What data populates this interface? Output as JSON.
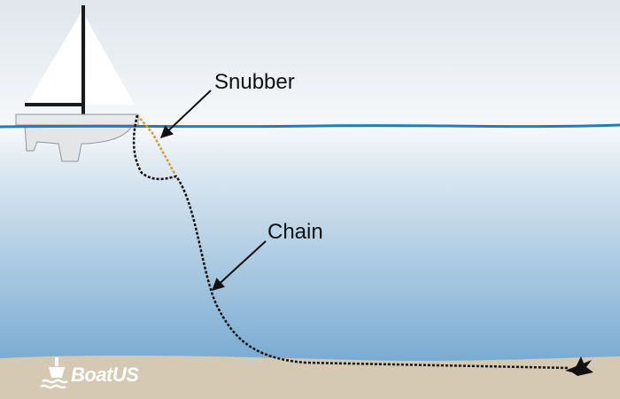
{
  "labels": {
    "snubber": "Snubber",
    "chain": "Chain"
  },
  "logo": {
    "text": "BoatUS"
  },
  "colors": {
    "sky": "#eef2f5",
    "water_top": "#f4f7fa",
    "water_deep": "#7faed3",
    "waterline": "#1f7fb5",
    "seabed": "#d5c9b3",
    "chain": "#111111",
    "snubber": "#d39a3a",
    "sail": "#ffffff",
    "hull": "#e3e5e7",
    "mast": "#1a1a1a",
    "logo": "#ffffff"
  },
  "icons": [
    "sailboat-icon",
    "anchor-icon",
    "buoy-icon"
  ]
}
